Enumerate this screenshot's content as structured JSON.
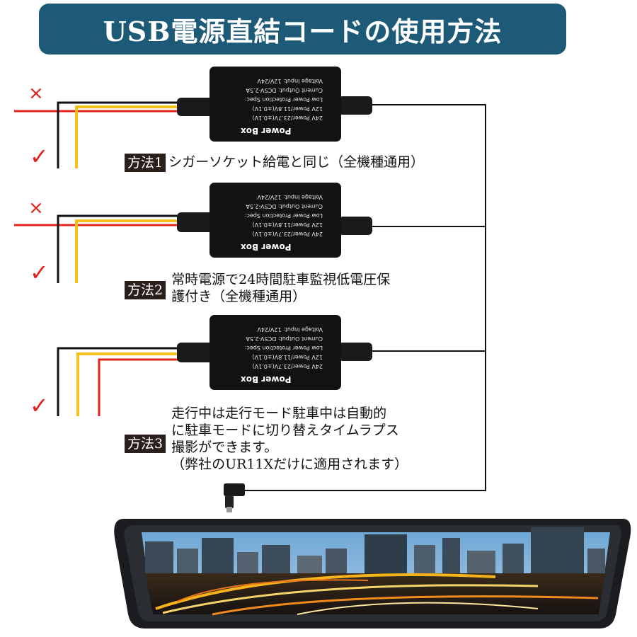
{
  "title": "USB電源直結コードの使用方法",
  "colors": {
    "banner": "#1d5a78",
    "red": "#e0231b",
    "yellow": "#f2c21b",
    "black": "#111111"
  },
  "power_box": {
    "lines": [
      "24V Power/23.7V(±0.1V)",
      "12V Power/11.8V(±0.1V)",
      "Low Power Protection Spec:",
      "Current Output: DC5V-2.5A",
      "Voltage Input: 12V/24V"
    ],
    "title": "Power Box"
  },
  "marks": {
    "cross": "×",
    "check": "✓"
  },
  "methods": [
    {
      "tag": "方法1",
      "lines": [
        "シガーソケット給電と同じ（全機種通用）"
      ]
    },
    {
      "tag": "方法2",
      "lines": [
        "常時電源で24時間駐車監視低電圧保",
        "護付き（全機種通用）"
      ]
    },
    {
      "tag": "方法3",
      "lines": [
        "走行中は走行モード駐車中は自動的",
        "に駐車モードに切り替えタイムラプス",
        "撮影ができます。",
        "（弊社のUR11Xだけに適用されます）"
      ]
    }
  ]
}
